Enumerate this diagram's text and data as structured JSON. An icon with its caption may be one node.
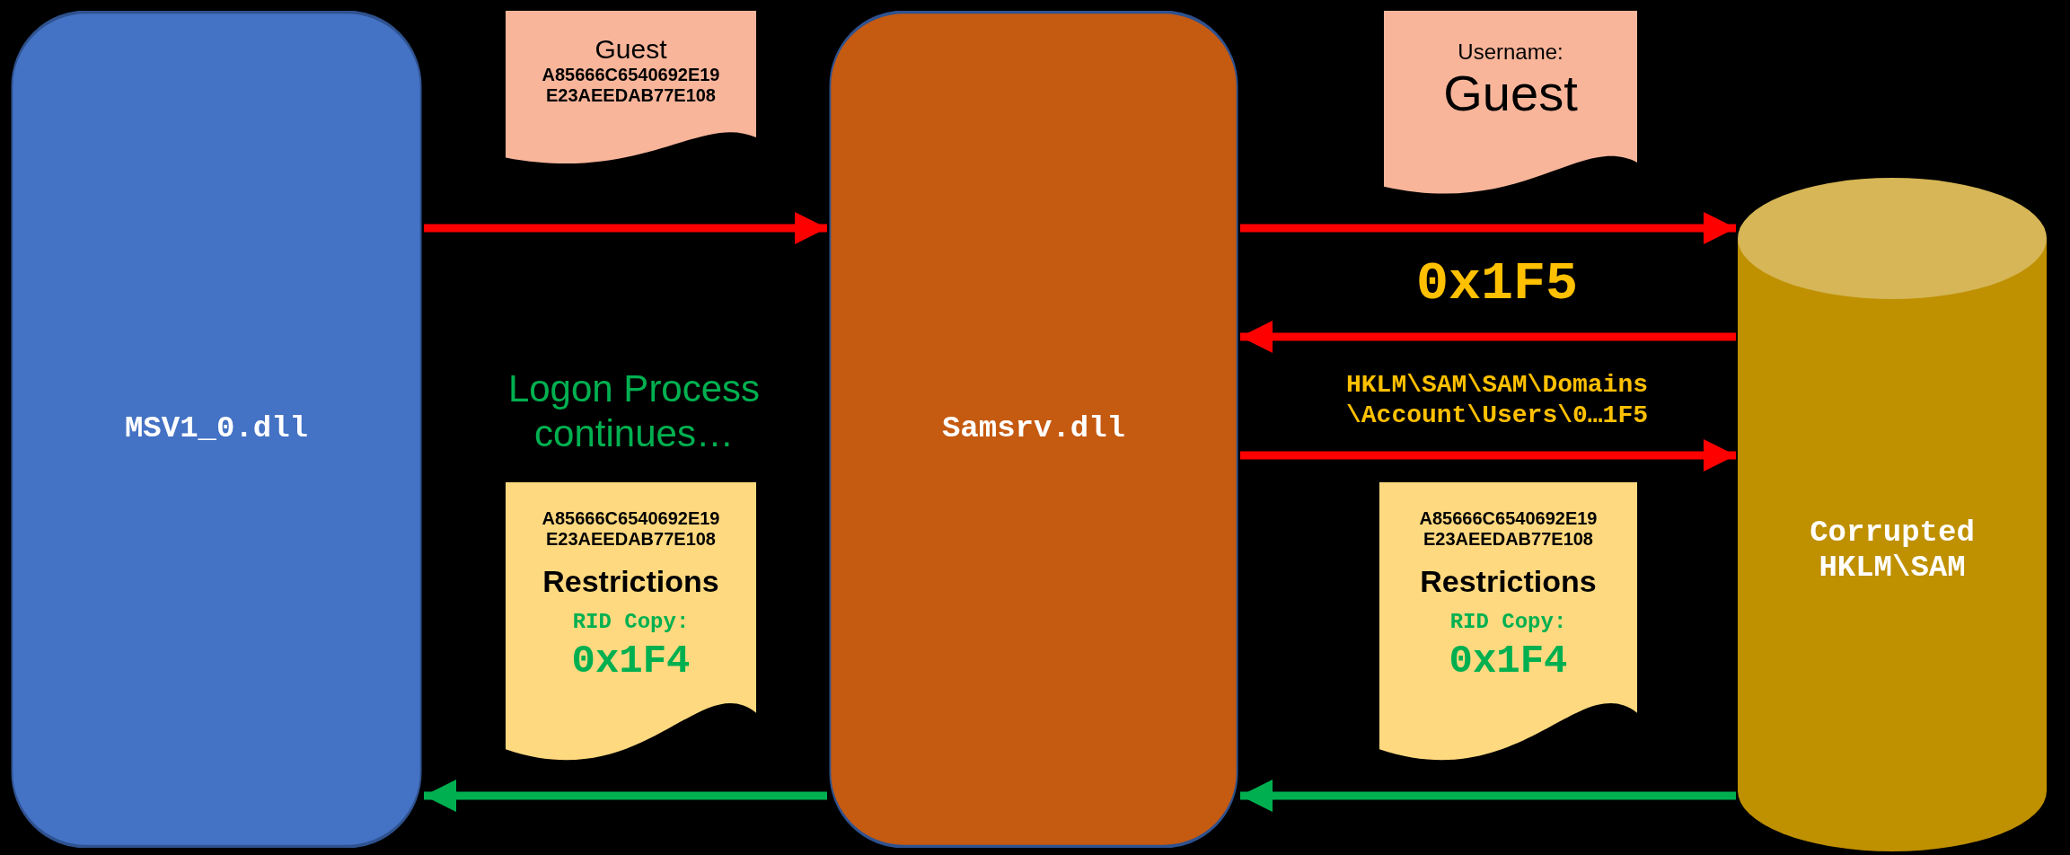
{
  "diagram": {
    "nodes": [
      {
        "text": [
          "MSV1_0.dll"
        ]
      },
      {
        "text": [
          "Guest",
          "A85666C6540692E19 E23AEEDAB77E108"
        ]
      },
      {
        "text": [
          "Samsrv.dll"
        ]
      },
      {
        "text": [
          "Username:",
          "Guest"
        ]
      },
      {
        "text": [
          "Corrupted HKLM\\SAM"
        ]
      },
      {
        "text": [
          "A85666C6540692E19 E23AEEDAB77E108",
          "Restrictions",
          "RID Copy:",
          "0x1F4"
        ]
      },
      {
        "text": [
          "A85666C6540692E19 E23AEEDAB77E108",
          "Restrictions",
          "RID Copy:",
          "0x1F4"
        ]
      }
    ],
    "edges": [
      {
        "from": 0,
        "to": 2,
        "arrow": "to"
      },
      {
        "from": 2,
        "to": 4,
        "arrow": "to"
      },
      {
        "from": 4,
        "to": 2,
        "arrow": "to",
        "label": "0x1F5"
      },
      {
        "from": 2,
        "to": 4,
        "arrow": "to",
        "label": "HKLM\\SAM\\SAM\\Domains \\Account\\Users\\0…1F5"
      },
      {
        "from": 4,
        "to": 2,
        "arrow": "to",
        "color": "#00b050"
      },
      {
        "from": 2,
        "to": 0,
        "arrow": "to",
        "color": "#00b050"
      }
    ],
    "labels": [
      "Logon Process continues…"
    ]
  }
}
